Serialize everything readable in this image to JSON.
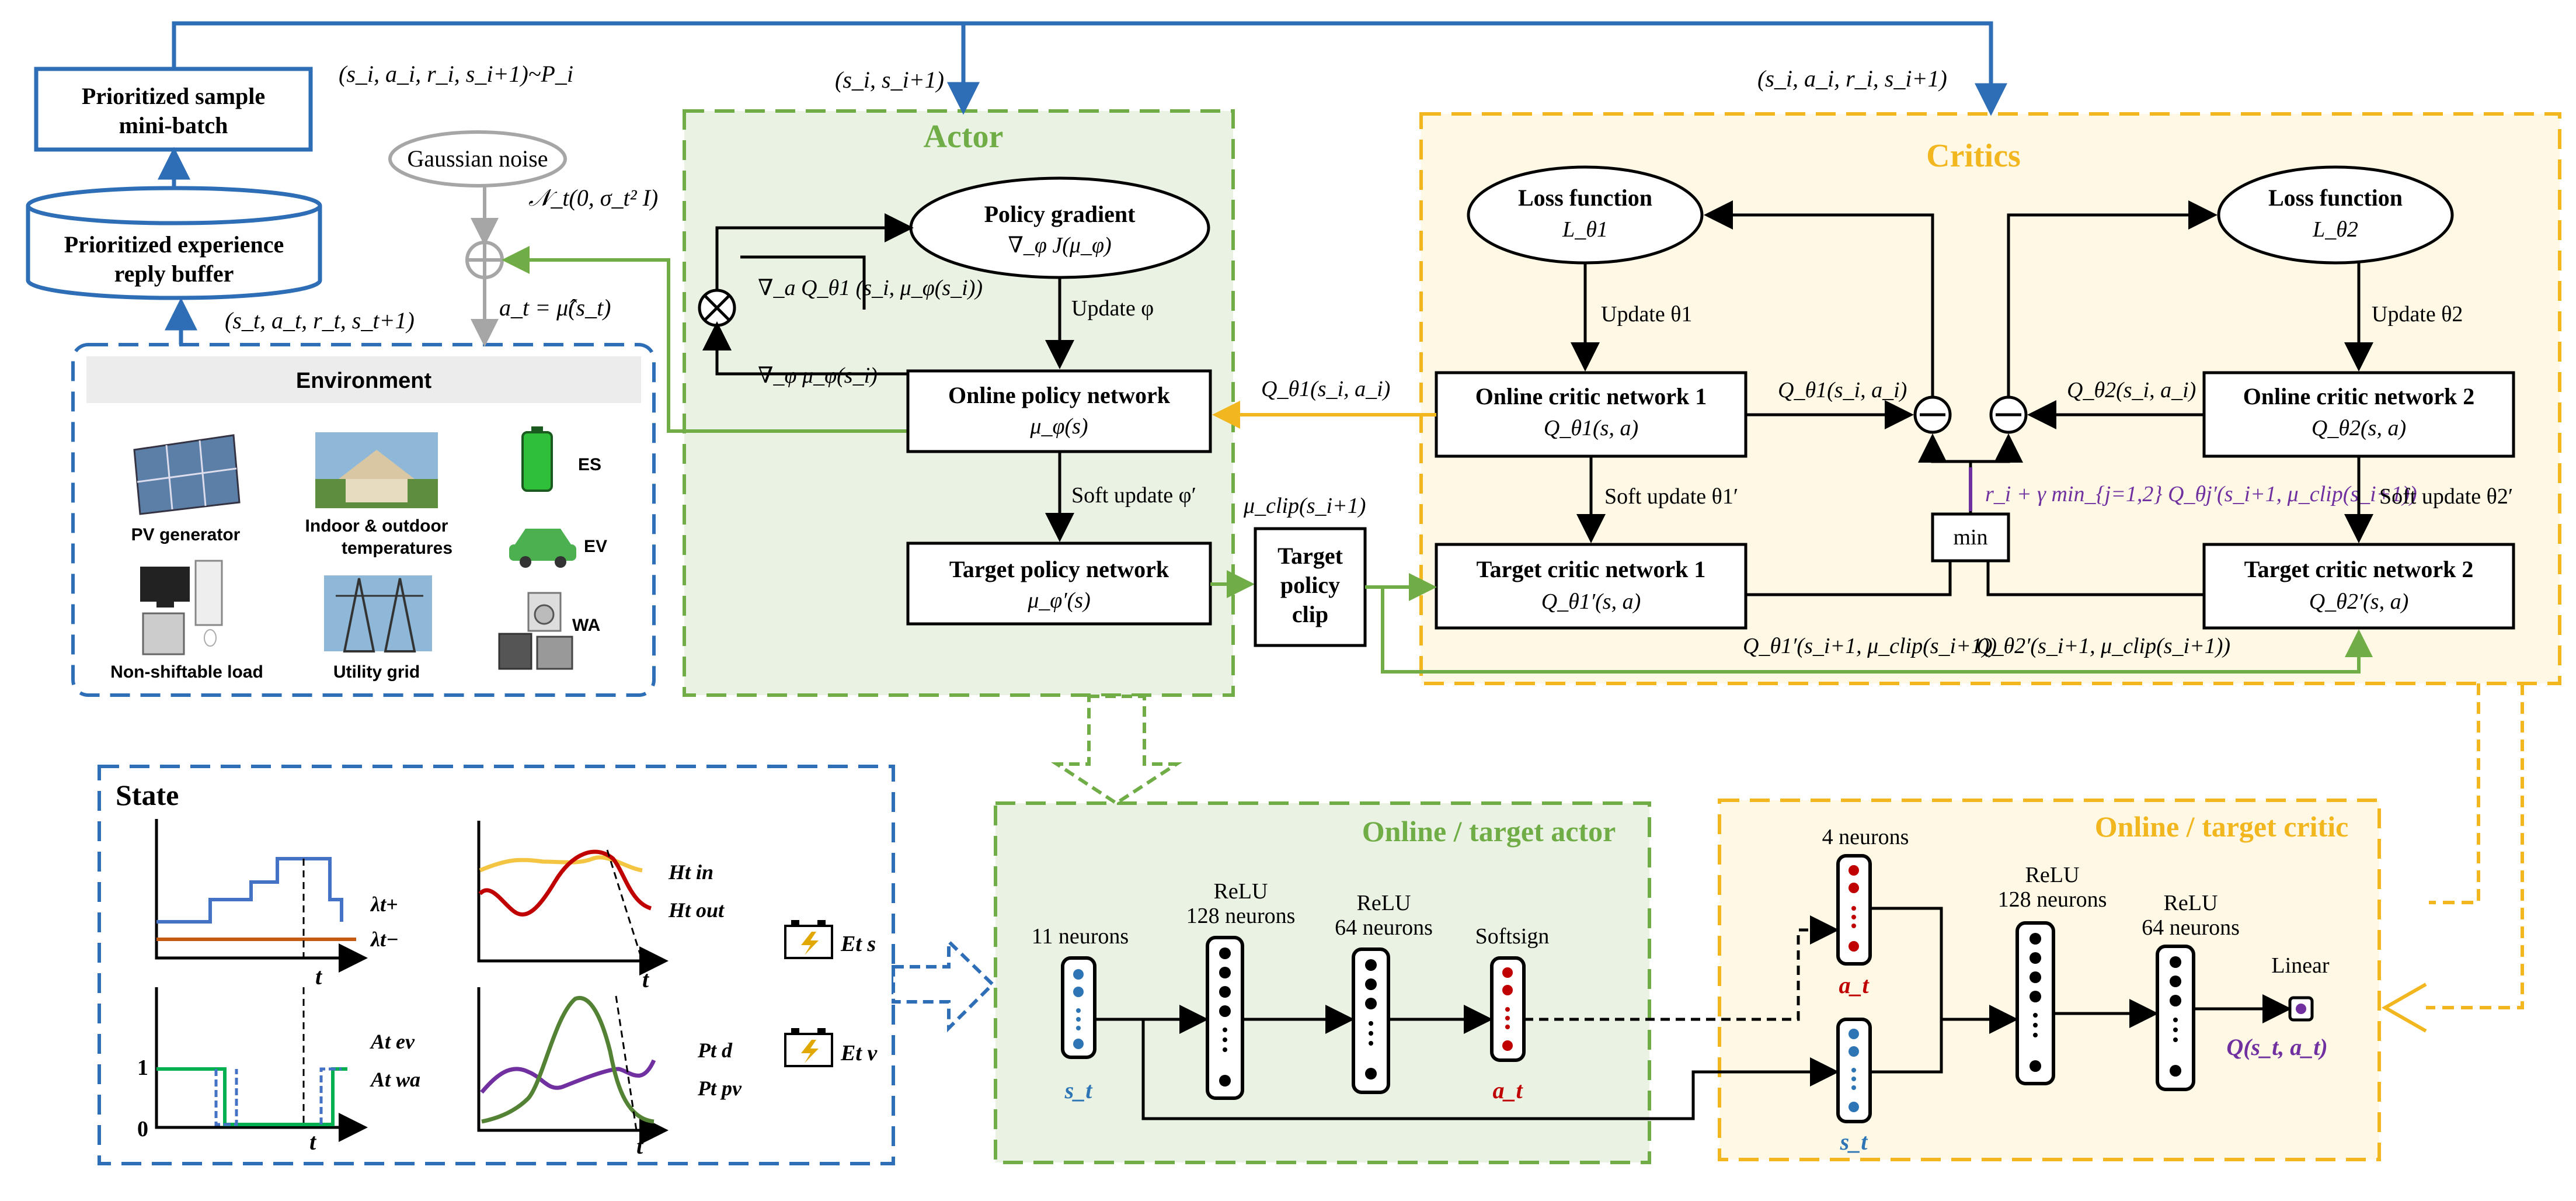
{
  "colors": {
    "blue": "#2e6eb6",
    "green": "#70ad47",
    "gold": "#f2b61e",
    "purple": "#7030a0",
    "red": "#c00000",
    "actor_bg": "#eaf2e3",
    "critic_bg": "#fff8e5"
  },
  "top": {
    "sample_minibatch": [
      "Prioritized sample",
      "mini-batch"
    ],
    "sample_dist": "(s_i, a_i, r_i, s_i+1)~P_i",
    "to_actor": "(s_i, s_i+1)",
    "to_critic": "(s_i, a_i, r_i, s_i+1)",
    "buffer": [
      "Prioritized experience",
      "reply buffer"
    ],
    "transition": "(s_t, a_t, r_t, s_t+1)",
    "noise": "Gaussian noise",
    "noise_dist": "𝒩_t(0, σ_t² I)",
    "action": "a_t = μ̂(s_t)"
  },
  "environment": {
    "title": "Environment",
    "items": [
      "PV generator",
      "Indoor & outdoor",
      "temperatures",
      "ES",
      "EV",
      "Non-shiftable load",
      "Utility grid",
      "WA"
    ]
  },
  "actor": {
    "title": "Actor",
    "policy_gradient": [
      "Policy gradient",
      "∇_φ J(μ_φ)"
    ],
    "grad_q": "∇_a Q_θ1 (s_i, μ_φ(s_i))",
    "grad_mu": "∇_φ μ_φ(s_i)",
    "update_phi": "Update φ",
    "online": [
      "Online policy network",
      "μ_φ(s)"
    ],
    "soft_update": "Soft update φ′",
    "target": [
      "Target policy network",
      "μ_φ′(s)"
    ],
    "mu_clip": "μ_clip(s_i+1)",
    "clip": [
      "Target",
      "policy",
      "clip"
    ]
  },
  "critics": {
    "title": "Critics",
    "loss1": [
      "Loss function",
      "L_θ1"
    ],
    "loss2": [
      "Loss function",
      "L_θ2"
    ],
    "update1": "Update θ1",
    "update2": "Update θ2",
    "online1": [
      "Online critic network 1",
      "Q_θ1(s, a)"
    ],
    "online2": [
      "Online critic network 2",
      "Q_θ2(s, a)"
    ],
    "q1": "Q_θ1(s_i, a_i)",
    "q2": "Q_θ2(s_i, a_i)",
    "q_actor": "Q_θ1(s_i, a_i)",
    "soft1": "Soft update θ1′",
    "soft2": "Soft update θ2′",
    "target_val": "r_i + γ min_{j=1,2} Q_θj′(s_i+1, μ_clip(s_i+1))",
    "min": "min",
    "target1": [
      "Target critic network 1",
      "Q_θ1′(s, a)"
    ],
    "target2": [
      "Target critic network 2",
      "Q_θ2′(s, a)"
    ],
    "tq1": "Q_θ1′(s_i+1, μ_clip(s_i+1))",
    "tq2": "Q_θ2′(s_i+1, μ_clip(s_i+1))"
  },
  "state": {
    "title": "State",
    "labels": [
      "λt+",
      "λt−",
      "Ht in",
      "Ht out",
      "Et s",
      "At ev",
      "At wa",
      "Pt d",
      "Pt pv",
      "Et v"
    ],
    "axis": [
      "t",
      "t",
      "t",
      "t"
    ],
    "ticks": [
      "1",
      "0"
    ]
  },
  "actor_net": {
    "title": "Online / target actor",
    "layers": [
      "11 neurons",
      "ReLU",
      "128 neurons",
      "ReLU",
      "64 neurons",
      "Softsign"
    ],
    "in": "s_t",
    "out": "a_t"
  },
  "critic_net": {
    "title": "Online / target critic",
    "layers": [
      "4 neurons",
      "ReLU",
      "128 neurons",
      "ReLU",
      "64 neurons",
      "Linear"
    ],
    "a": "a_t",
    "s": "s_t",
    "out": "Q(s_t, a_t)"
  }
}
